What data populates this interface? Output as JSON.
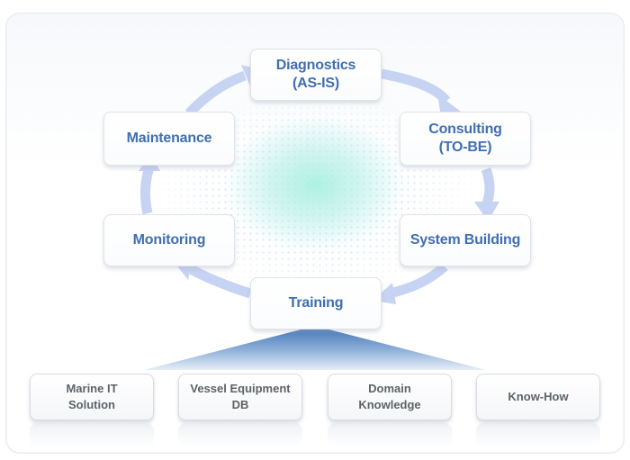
{
  "cycle": {
    "diagnostics": "Diagnostics\n(AS-IS)",
    "consulting": "Consulting\n(TO-BE)",
    "system_building": "System Building",
    "training": "Training",
    "monitoring": "Monitoring",
    "maintenance": "Maintenance"
  },
  "foundation": {
    "items": [
      "Marine IT\nSolution",
      "Vessel Equipment\nDB",
      "Domain\nKnowledge",
      "Know-How"
    ]
  },
  "colors": {
    "node_text": "#3f6fb1",
    "base_text": "#5d6269",
    "arrow": "#c6d3f2",
    "pyramid_top": "#3f76b8",
    "pyramid_bottom": "#dfeaf6"
  }
}
